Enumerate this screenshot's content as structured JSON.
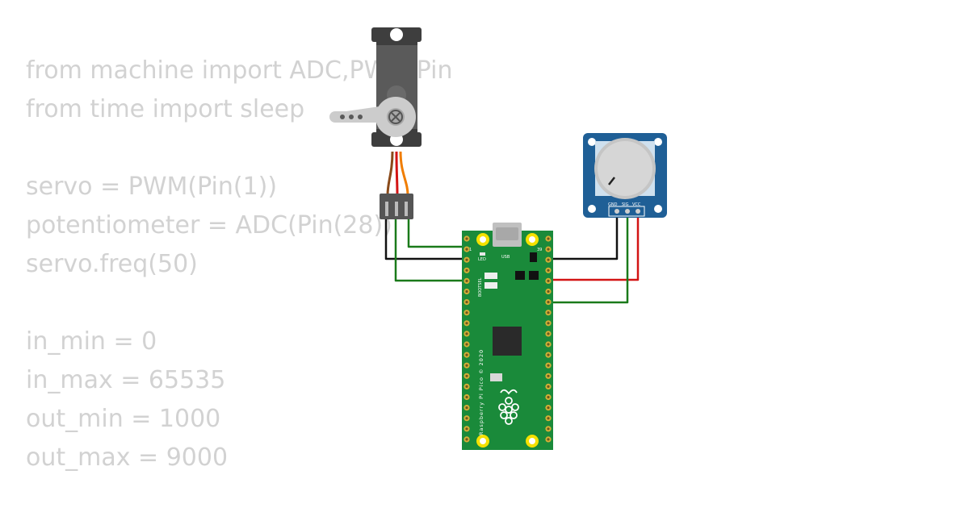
{
  "code": {
    "lines": [
      "from machine import ADC,PWM,Pin",
      "from time import sleep",
      "",
      "servo = PWM(Pin(1))",
      "potentiometer = ADC(Pin(28))",
      "servo.freq(50)",
      "",
      "in_min = 0",
      "in_max = 65535",
      "out_min = 1000",
      "out_max = 9000"
    ]
  },
  "pico": {
    "usb_label": "USB",
    "led_label": "LED",
    "pin_1": "1",
    "pin_39": "39",
    "bootsel_label": "BOOTSEL",
    "board_text": "Raspberry Pi Pico © 2020",
    "color": "#1a8a3a"
  },
  "potentiometer": {
    "gnd_label": "GND",
    "sig_label": "SIG",
    "vcc_label": "VCC",
    "color": "#1f5f96"
  },
  "wires": {
    "black": "#111111",
    "green": "#1a7a1a",
    "red": "#d31414",
    "servo_orange": "#f07d00",
    "servo_brown": "#8a4a1a"
  }
}
